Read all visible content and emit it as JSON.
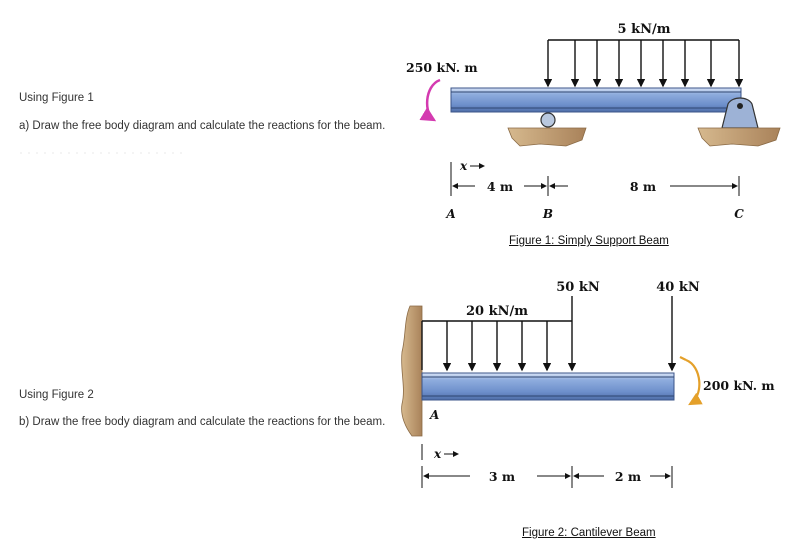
{
  "text": {
    "q1_heading": "Using Figure 1",
    "q1_task": "a) Draw the free body diagram and calculate the reactions for the beam.",
    "q2_heading": "Using Figure 2",
    "q2_task": "b) Draw the free body diagram and calculate the reactions for the beam."
  },
  "figure1": {
    "caption": "Figure 1: Simply Support Beam",
    "distributed_load": "5 kN/m",
    "moment": "250 kN. m",
    "x_label": "x",
    "dim_left": "4 m",
    "dim_right": "8 m",
    "point_a": "A",
    "point_b": "B",
    "point_c": "C"
  },
  "figure2": {
    "caption": "Figure 2: Cantilever Beam",
    "distributed_load": "20 kN/m",
    "point_load_1": "50 kN",
    "point_load_2": "40 kN",
    "moment": "200 kN. m",
    "x_label": "x",
    "dim_left": "3 m",
    "dim_right": "2 m",
    "point_a": "A"
  },
  "colors": {
    "beam": "#7f9fd6",
    "support": "#c9a57a",
    "moment_arrow": "#d43ab0",
    "moment_arrow_2": "#e4a02a"
  }
}
